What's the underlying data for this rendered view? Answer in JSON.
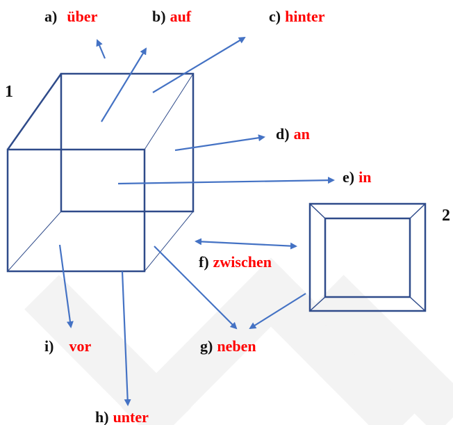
{
  "colors": {
    "shape": "#2f4b8a",
    "arrow": "#4472c4",
    "letter": "#111111",
    "word": "#ff0000",
    "watermark": "#f2f2f2"
  },
  "figures": {
    "cube_number": "1",
    "frame_number": "2"
  },
  "labels": [
    {
      "id": "a",
      "letter": "a)",
      "word": "über"
    },
    {
      "id": "b",
      "letter": "b)",
      "word": "auf"
    },
    {
      "id": "c",
      "letter": "c)",
      "word": "hinter"
    },
    {
      "id": "d",
      "letter": "d)",
      "word": "an"
    },
    {
      "id": "e",
      "letter": "e)",
      "word": "in"
    },
    {
      "id": "f",
      "letter": "f)",
      "word": "zwischen"
    },
    {
      "id": "g",
      "letter": "g)",
      "word": "neben"
    },
    {
      "id": "h",
      "letter": "h)",
      "word": "unter"
    },
    {
      "id": "i",
      "letter": "i)",
      "word": "vor"
    }
  ]
}
